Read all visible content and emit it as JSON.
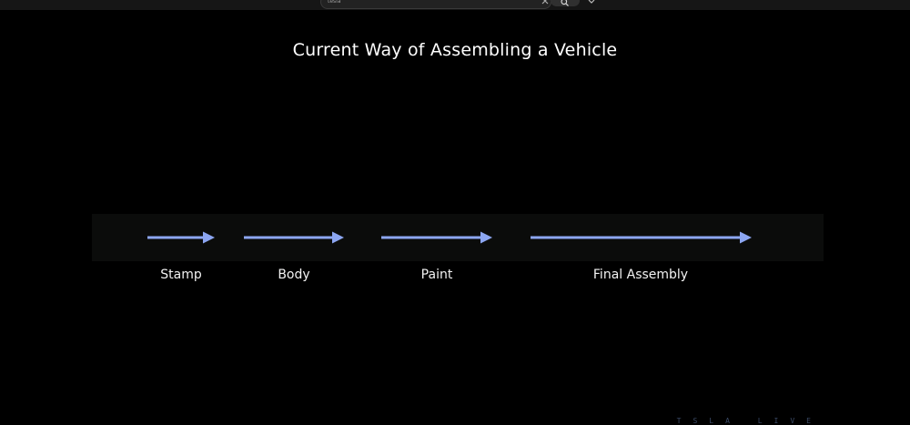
{
  "browser_bar": {
    "search_text": "tesla"
  },
  "slide": {
    "title": "Current Way of Assembling a Vehicle",
    "arrow_color": "#8ca6f2",
    "steps": [
      {
        "label": "Stamp"
      },
      {
        "label": "Body"
      },
      {
        "label": "Paint"
      },
      {
        "label": "Final Assembly"
      }
    ]
  },
  "watermark": "TSLA LIVE",
  "colors": {
    "background": "#000000",
    "title_text": "#ffffff",
    "band": "#0b0c0b",
    "arrow": "#8ca6f2"
  }
}
